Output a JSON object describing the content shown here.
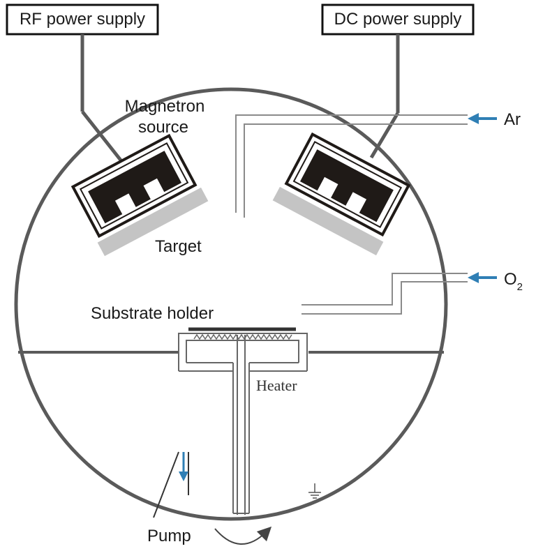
{
  "power_supplies": {
    "rf": "RF power supply",
    "dc": "DC power supply"
  },
  "labels": {
    "magnetron_line1": "Magnetron",
    "magnetron_line2": "source",
    "target": "Target",
    "substrate_holder": "Substrate holder",
    "heater": "Heater",
    "pump": "Pump"
  },
  "gases": {
    "argon": "Ar",
    "oxygen_base": "O",
    "oxygen_sub": "2"
  },
  "colors": {
    "chamber": "#5a5a5a",
    "magnetron": "#1f1a17",
    "target": "#c4c4c4",
    "gas_arrow": "#2f7fb5",
    "tube": "#8a8a8a"
  },
  "icons": {
    "ground": "ground-symbol-icon",
    "rotation": "rotation-arrow-icon",
    "pump_flow": "down-arrow-icon"
  }
}
